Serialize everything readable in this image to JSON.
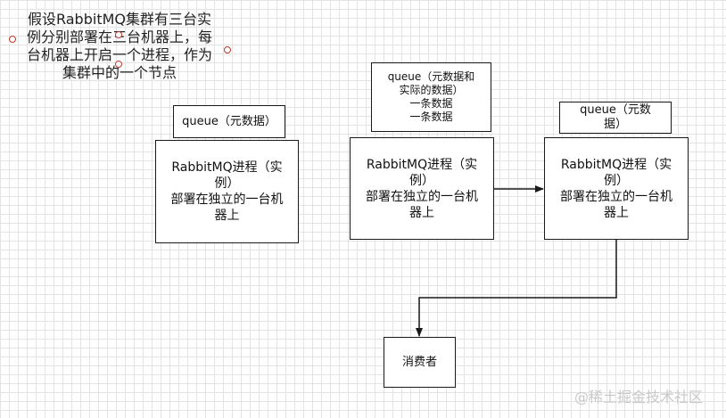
{
  "note": {
    "lines": [
      "假设RabbitMQ集群有三台实",
      "例分别部署在三台机器上，每",
      "台机器上开启一个进程，作为",
      "集群中的一个节点"
    ]
  },
  "queues": [
    {
      "lines": [
        "queue（元数据）"
      ]
    },
    {
      "lines": [
        "queue（元数据和",
        "实际的数据）",
        "一条数据",
        "一条数据"
      ]
    },
    {
      "lines": [
        "queue（元数",
        "据）"
      ]
    }
  ],
  "nodes": [
    {
      "lines": [
        "RabbitMQ进程（实",
        "例）",
        "部署在独立的一台机",
        "器上"
      ]
    },
    {
      "lines": [
        "RabbitMQ进程（实",
        "例）",
        "部署在独立的一台机",
        "器上"
      ]
    },
    {
      "lines": [
        "RabbitMQ进程（实",
        "例）",
        "部署在独立的一台机",
        "器上"
      ]
    }
  ],
  "consumer": {
    "label": "消费者"
  },
  "watermark": {
    "text": "@稀土掘金技术社区"
  }
}
